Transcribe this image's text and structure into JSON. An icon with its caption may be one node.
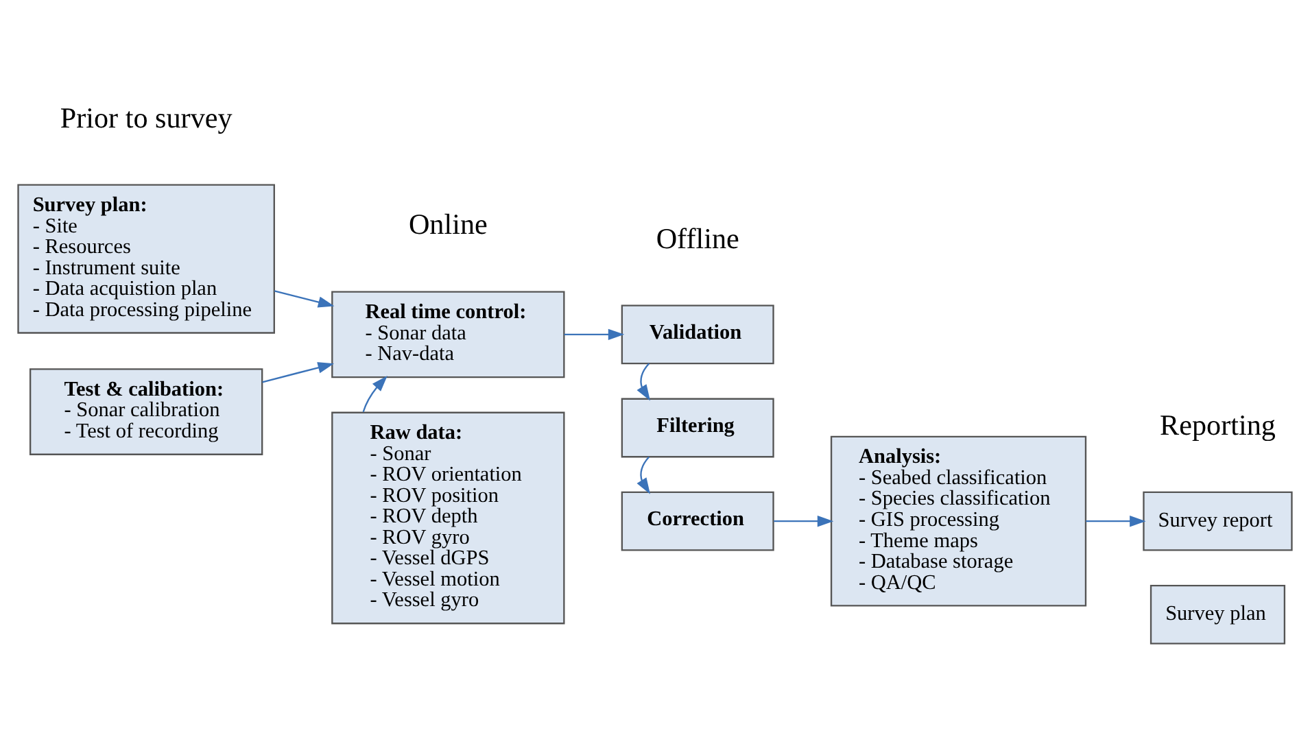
{
  "diagram": {
    "nodes": [
      {
        "text": [
          "Survey plan:",
          "- Site",
          "- Resources",
          "- Instrument suite",
          "- Data acquistion plan",
          "- Data processing pipeline"
        ]
      },
      {
        "text": [
          "Test & calibation:",
          "- Sonar calibration",
          "- Test of recording"
        ]
      },
      {
        "text": [
          "Real time control:",
          "- Sonar data",
          "- Nav-data"
        ]
      },
      {
        "text": [
          "Raw data:",
          "- Sonar",
          "- ROV orientation",
          "- ROV position",
          "- ROV depth",
          "- ROV gyro",
          "- Vessel dGPS",
          "- Vessel motion",
          "- Vessel gyro"
        ]
      },
      {
        "text": [
          "Validation"
        ]
      },
      {
        "text": [
          "Filtering"
        ]
      },
      {
        "text": [
          "Correction"
        ]
      },
      {
        "text": [
          "Analysis:",
          "- Seabed classification",
          "- Species classification",
          "- GIS processing",
          "- Theme maps",
          "- Database storage",
          "- QA/QC"
        ]
      },
      {
        "text": [
          "Survey report"
        ]
      },
      {
        "text": [
          "Survey plan"
        ]
      }
    ],
    "edges": [
      {
        "from": 0,
        "to": 2,
        "arrow": "to"
      },
      {
        "from": 1,
        "to": 2,
        "arrow": "to"
      },
      {
        "from": 3,
        "to": 2,
        "arrow": "to"
      },
      {
        "from": 2,
        "to": 4,
        "arrow": "to"
      },
      {
        "from": 4,
        "to": 5,
        "arrow": "to"
      },
      {
        "from": 5,
        "to": 6,
        "arrow": "to"
      },
      {
        "from": 6,
        "to": 7,
        "arrow": "to"
      },
      {
        "from": 7,
        "to": 8,
        "arrow": "to"
      }
    ],
    "labels": [
      "Prior to survey",
      "Online",
      "Offline",
      "Reporting"
    ]
  }
}
